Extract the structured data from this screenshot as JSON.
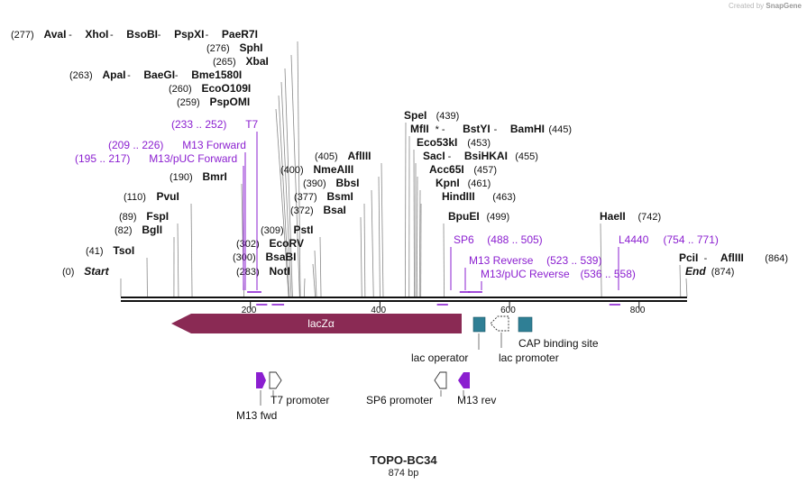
{
  "watermark": {
    "prefix": "Created by",
    "brand": "SnapGene"
  },
  "map": {
    "name": "TOPO-BC34",
    "size_label": "874 bp",
    "length_bp": 874
  },
  "colors": {
    "feature": "#8b1fd0",
    "lacz": "#8a2a54",
    "lac_box": "#2f7f95",
    "text": "#111111"
  },
  "ruler": [
    {
      "pos": 200,
      "label": "200"
    },
    {
      "pos": 400,
      "label": "400"
    },
    {
      "pos": 600,
      "label": "600"
    },
    {
      "pos": 800,
      "label": "800"
    }
  ],
  "sites": [
    {
      "pre": "(277)",
      "parts": [
        [
          "AvaI",
          1
        ],
        [
          " - ",
          0
        ],
        [
          "XhoI",
          1
        ],
        [
          " - ",
          0
        ],
        [
          "BsoBI",
          1
        ],
        [
          " - ",
          0
        ],
        [
          "PspXI",
          1
        ],
        [
          " - ",
          0
        ],
        [
          "PaeR7I",
          1
        ]
      ],
      "post": "",
      "pos": 277
    },
    {
      "pre": "(276)",
      "parts": [
        [
          "SphI",
          1
        ]
      ],
      "post": "",
      "pos": 276
    },
    {
      "pre": "(265)",
      "parts": [
        [
          "XbaI",
          1
        ]
      ],
      "post": "",
      "pos": 265
    },
    {
      "pre": "(263)",
      "parts": [
        [
          "ApaI",
          1
        ],
        [
          " - ",
          0
        ],
        [
          "BaeGI",
          1
        ],
        [
          " - ",
          0
        ],
        [
          "Bme1580I",
          1
        ]
      ],
      "post": "",
      "pos": 263
    },
    {
      "pre": "(260)",
      "parts": [
        [
          "EcoO109I",
          1
        ]
      ],
      "post": "",
      "pos": 260
    },
    {
      "pre": "(259)",
      "parts": [
        [
          "PspOMI",
          1
        ]
      ],
      "post": "",
      "pos": 259
    },
    {
      "pre": "(190)",
      "parts": [
        [
          "BmrI",
          1
        ]
      ],
      "post": "",
      "pos": 190
    },
    {
      "pre": "(110)",
      "parts": [
        [
          "PvuI",
          1
        ]
      ],
      "post": "",
      "pos": 110
    },
    {
      "pre": "(89)",
      "parts": [
        [
          "FspI",
          1
        ]
      ],
      "post": "",
      "pos": 89
    },
    {
      "pre": "(82)",
      "parts": [
        [
          "BglI",
          1
        ]
      ],
      "post": "",
      "pos": 82
    },
    {
      "pre": "(41)",
      "parts": [
        [
          "TsoI",
          1
        ]
      ],
      "post": "",
      "pos": 41
    },
    {
      "pre": "(0)",
      "parts": [
        [
          "Start",
          2
        ]
      ],
      "post": "",
      "pos": 0
    },
    {
      "pre": "(405)",
      "parts": [
        [
          "AflIII",
          1
        ]
      ],
      "post": "",
      "pos": 405
    },
    {
      "pre": "(400)",
      "parts": [
        [
          "NmeAIII",
          1
        ]
      ],
      "post": "",
      "pos": 400
    },
    {
      "pre": "(390)",
      "parts": [
        [
          "BbsI",
          1
        ]
      ],
      "post": "",
      "pos": 390
    },
    {
      "pre": "(377)",
      "parts": [
        [
          "BsmI",
          1
        ]
      ],
      "post": "",
      "pos": 377
    },
    {
      "pre": "(372)",
      "parts": [
        [
          "BsaI",
          1
        ]
      ],
      "post": "",
      "pos": 372
    },
    {
      "pre": "(309)",
      "parts": [
        [
          "PstI",
          1
        ]
      ],
      "post": "",
      "pos": 309
    },
    {
      "pre": "(302)",
      "parts": [
        [
          "EcoRV",
          1
        ]
      ],
      "post": "",
      "pos": 302
    },
    {
      "pre": "(300)",
      "parts": [
        [
          "BsaBI",
          1
        ]
      ],
      "post": "",
      "pos": 300
    },
    {
      "pre": "(283)",
      "parts": [
        [
          "NotI",
          1
        ]
      ],
      "post": "",
      "pos": 283
    },
    {
      "pre": "",
      "parts": [
        [
          "SpeI",
          1
        ]
      ],
      "post": "(439)",
      "pos": 439
    },
    {
      "pre": "",
      "parts": [
        [
          "MfII",
          1
        ],
        [
          " * - ",
          0
        ],
        [
          "BstYI",
          1
        ],
        [
          " - ",
          0
        ],
        [
          "BamHI",
          1
        ]
      ],
      "post": "(445)",
      "pos": 445
    },
    {
      "pre": "",
      "parts": [
        [
          "Eco53kI",
          1
        ]
      ],
      "post": "(453)",
      "pos": 453
    },
    {
      "pre": "",
      "parts": [
        [
          "SacI",
          1
        ],
        [
          " - ",
          0
        ],
        [
          "BsiHKAI",
          1
        ]
      ],
      "post": "(455)",
      "pos": 455
    },
    {
      "pre": "",
      "parts": [
        [
          "Acc65I",
          1
        ]
      ],
      "post": "(457)",
      "pos": 457
    },
    {
      "pre": "",
      "parts": [
        [
          "KpnI",
          1
        ]
      ],
      "post": "(461)",
      "pos": 461
    },
    {
      "pre": "",
      "parts": [
        [
          "HindIII",
          1
        ]
      ],
      "post": "(463)",
      "pos": 463
    },
    {
      "pre": "",
      "parts": [
        [
          "BpuEI",
          1
        ]
      ],
      "post": "(499)",
      "pos": 499
    },
    {
      "pre": "",
      "parts": [
        [
          "HaeII",
          1
        ]
      ],
      "post": "(742)",
      "pos": 742
    },
    {
      "pre": "",
      "parts": [
        [
          "PciI",
          1
        ],
        [
          " - ",
          0
        ],
        [
          "AflIII",
          1
        ]
      ],
      "post": "(864)",
      "pos": 864
    },
    {
      "pre": "",
      "parts": [
        [
          "End",
          2
        ]
      ],
      "post": "(874)",
      "pos": 874
    }
  ],
  "primers": [
    {
      "name": "T7",
      "range": "(233 .. 252)",
      "start": 233,
      "end": 252
    },
    {
      "name": "M13 Forward",
      "range": "(209 .. 226)",
      "start": 209,
      "end": 226
    },
    {
      "name": "M13/pUC Forward",
      "range": "(195 .. 217)",
      "start": 195,
      "end": 217
    },
    {
      "name": "SP6",
      "range": "(488 .. 505)",
      "start": 488,
      "end": 505
    },
    {
      "name": "M13 Reverse",
      "range": "(523 .. 539)",
      "start": 523,
      "end": 539
    },
    {
      "name": "M13/pUC Reverse",
      "range": "(536 .. 558)",
      "start": 536,
      "end": 558
    },
    {
      "name": "L4440",
      "range": "(754 .. 771)",
      "start": 754,
      "end": 771
    }
  ],
  "features": {
    "lacz": "lacZα",
    "lac_operator": "lac operator",
    "lac_promoter": "lac promoter",
    "cap_site": "CAP binding site",
    "t7_promoter": "T7 promoter",
    "m13_fwd": "M13 fwd",
    "sp6_promoter": "SP6 promoter",
    "m13_rev": "M13 rev"
  }
}
